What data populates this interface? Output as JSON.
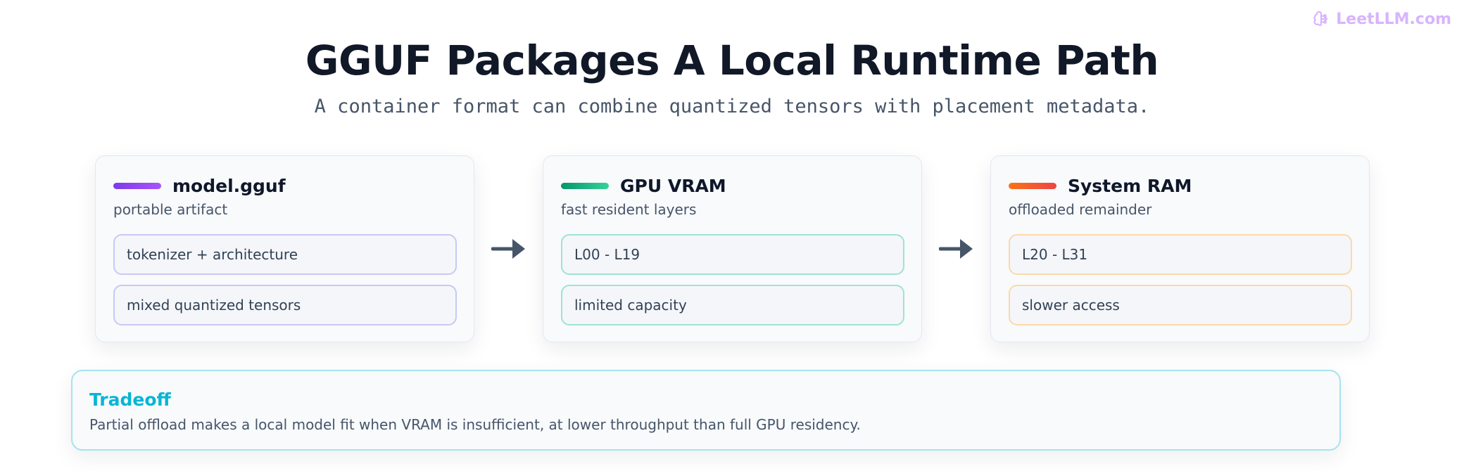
{
  "brand": {
    "name": "LeetLLM.com",
    "icon": "brain-icon",
    "color": "#d8b4fe"
  },
  "header": {
    "title": "GGUF Packages A Local Runtime Path",
    "subtitle": "A container format can combine quantized tensors with placement metadata."
  },
  "cards": [
    {
      "title": "model.gguf",
      "subtitle": "portable artifact",
      "accent": [
        "#7c3aed",
        "#a855f7"
      ],
      "pill_border": "#c7c9f5",
      "items": [
        "tokenizer + architecture",
        "mixed quantized tensors"
      ]
    },
    {
      "title": "GPU VRAM",
      "subtitle": "fast resident layers",
      "accent": [
        "#059669",
        "#34d399"
      ],
      "pill_border": "#9fe3cf",
      "items": [
        "L00 - L19",
        "limited capacity"
      ]
    },
    {
      "title": "System RAM",
      "subtitle": "offloaded remainder",
      "accent": [
        "#f97316",
        "#ef4444"
      ],
      "pill_border": "#fcd9a8",
      "items": [
        "L20 - L31",
        "slower access"
      ]
    }
  ],
  "arrows": {
    "icon": "arrow-right-icon",
    "color": "#475569"
  },
  "tradeoff": {
    "title": "Tradeoff",
    "text": "Partial offload makes a local model fit when VRAM is insufficient, at lower throughput than full GPU residency.",
    "accent": "#06b6d4"
  }
}
